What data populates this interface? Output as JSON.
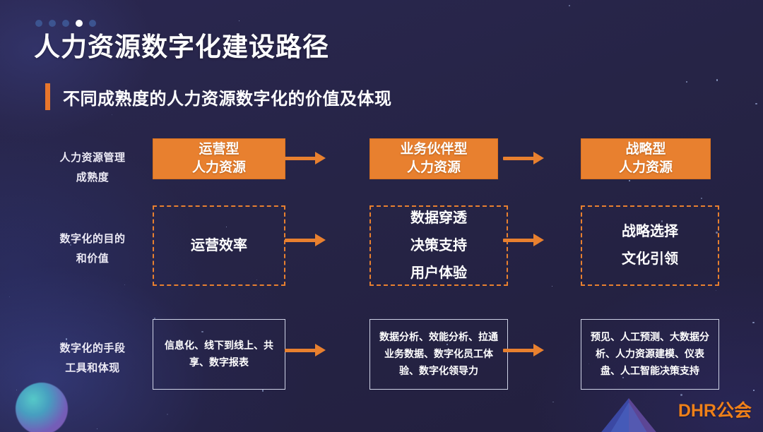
{
  "slide": {
    "title": "人力资源数字化建设路径",
    "subtitle": "不同成熟度的人力资源数字化的价值及体现",
    "logo": "DHR公会",
    "accent_color": "#e8802f",
    "background_color": "#262446",
    "dot_color": "#3c5490",
    "dot_active_color": "#ffffff",
    "dots_count": 5,
    "dot_active_index": 3
  },
  "matrix": {
    "rows": [
      {
        "label_lines": [
          "人力资源管理",
          "成熟度"
        ],
        "style": "solid-orange",
        "cells": [
          {
            "lines": [
              "运营型",
              "人力资源"
            ]
          },
          {
            "lines": [
              "业务伙伴型",
              "人力资源"
            ]
          },
          {
            "lines": [
              "战略型",
              "人力资源"
            ]
          }
        ],
        "arrows": [
          "→",
          "→"
        ]
      },
      {
        "label_lines": [
          "数字化的目的",
          "和价值"
        ],
        "style": "dashed-orange",
        "cells": [
          {
            "lines": [
              "运营效率"
            ]
          },
          {
            "lines": [
              "数据穿透",
              "决策支持",
              "用户体验"
            ]
          },
          {
            "lines": [
              "战略选择",
              "文化引领"
            ]
          }
        ],
        "arrows": [
          "→",
          "→"
        ]
      },
      {
        "label_lines": [
          "数字化的手段",
          "工具和体现"
        ],
        "style": "outline-white",
        "cells": [
          {
            "text": "信息化、线下到线上、共享、数字报表"
          },
          {
            "text": "数据分析、效能分析、拉通业务数据、数字化员工体验、数字化领导力"
          },
          {
            "text": "预见、人工预测、大数据分析、人力资源建模、仪表盘、人工智能决策支持"
          }
        ],
        "arrows": [
          "→",
          "→"
        ]
      }
    ]
  },
  "decor": {
    "sphere": "gradient-sphere",
    "pyramid": "gradient-pyramid",
    "starfield": "star-particles"
  }
}
